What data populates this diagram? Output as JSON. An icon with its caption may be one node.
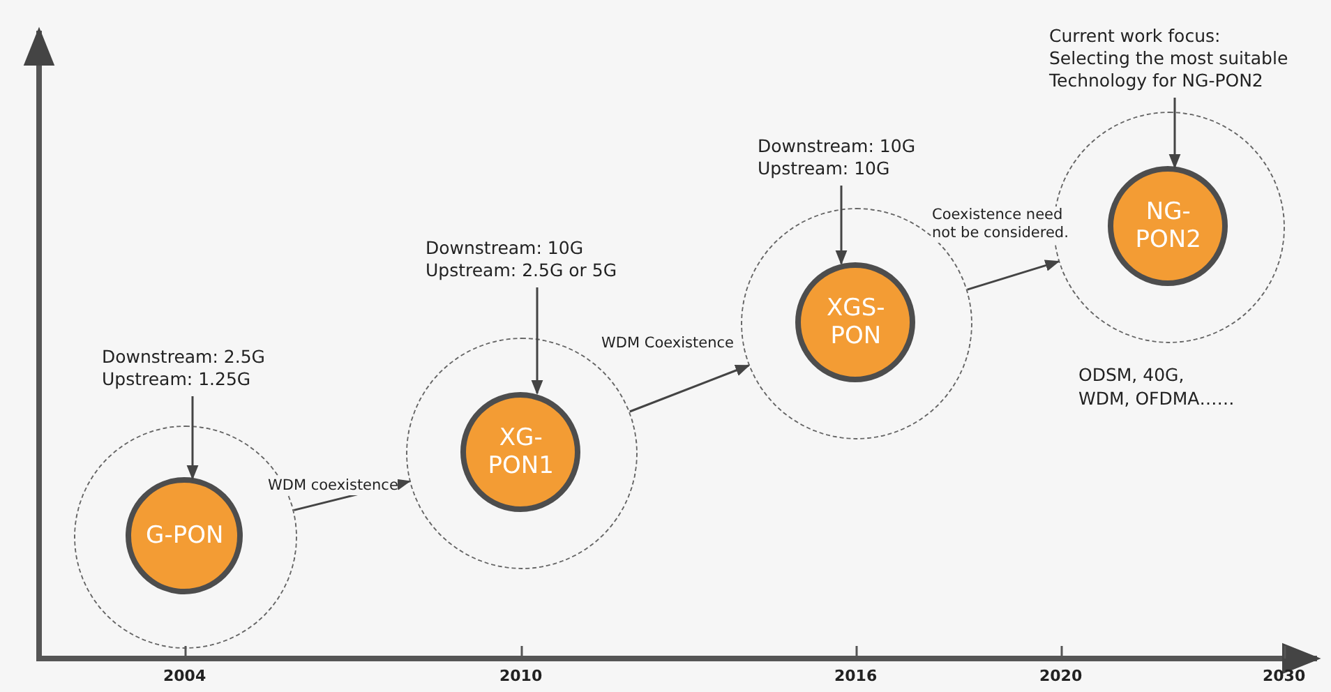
{
  "diagram": {
    "nodes": [
      {
        "text": [],
        "shape": "circle"
      },
      {
        "text": [
          "G-PON"
        ],
        "in": 0
      },
      {
        "text": [
          "Downstream: 2.5G Upstream: 1.25G"
        ]
      },
      {
        "text": [],
        "shape": "circle"
      },
      {
        "text": [
          "XG-PON1"
        ],
        "in": 3
      },
      {
        "text": [
          "Downstream: 10G Upstream: 2.5G or 5G"
        ]
      },
      {
        "text": [],
        "shape": "circle"
      },
      {
        "text": [
          "XGS-PON"
        ],
        "in": 6
      },
      {
        "text": [
          "Downstream: 10G Upstream: 10G"
        ]
      },
      {
        "text": [],
        "shape": "circle"
      },
      {
        "text": [
          "NG-PON2"
        ],
        "in": 9
      },
      {
        "text": [
          "Current work focus: Selecting the most suitable Technology for NG-PON2"
        ]
      }
    ],
    "edges": [
      {
        "from": 2,
        "to": 1,
        "arrow": "to"
      },
      {
        "from": 0,
        "to": 3,
        "arrow": "to",
        "label": "WDM coexistence"
      },
      {
        "from": 5,
        "to": 4,
        "arrow": "to"
      },
      {
        "from": 3,
        "to": 6,
        "arrow": "to",
        "label": "WDM Coexistence"
      },
      {
        "from": 8,
        "to": 7,
        "arrow": "to"
      },
      {
        "from": 6,
        "to": 9,
        "arrow": "to",
        "label": "Coexistence need not be considered."
      },
      {
        "from": 11,
        "to": 10,
        "arrow": "to"
      }
    ],
    "labels": [
      "ODSM, 40G, WDM, OFDMA……",
      "2004",
      "2010",
      "2016",
      "2020",
      "2030"
    ]
  }
}
